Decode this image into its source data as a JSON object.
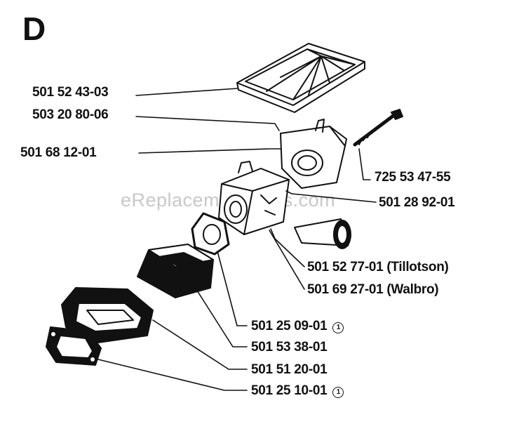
{
  "section": "D",
  "watermark": "eReplacementParts.com",
  "parts": [
    {
      "id": "air-filter",
      "number": "501 52 43-03"
    },
    {
      "id": "gasket-top",
      "number": "503 20 80-06"
    },
    {
      "id": "intake-adapter",
      "number": "501 68 12-01"
    },
    {
      "id": "screw",
      "number": "725 53 47-55"
    },
    {
      "id": "fuel-filter",
      "number": "501 28 92-01"
    },
    {
      "id": "carburetor-tillotson",
      "number": "501 52 77-01 (Tillotson)"
    },
    {
      "id": "carburetor-walbro",
      "number": "501 69 27-01 (Walbro)"
    },
    {
      "id": "gasket-carb",
      "number": "501 25 09-01",
      "note": "1"
    },
    {
      "id": "insulator",
      "number": "501 53 38-01"
    },
    {
      "id": "intake-boot",
      "number": "501 51 20-01"
    },
    {
      "id": "gasket-bottom",
      "number": "501 25 10-01",
      "note": "1"
    }
  ]
}
